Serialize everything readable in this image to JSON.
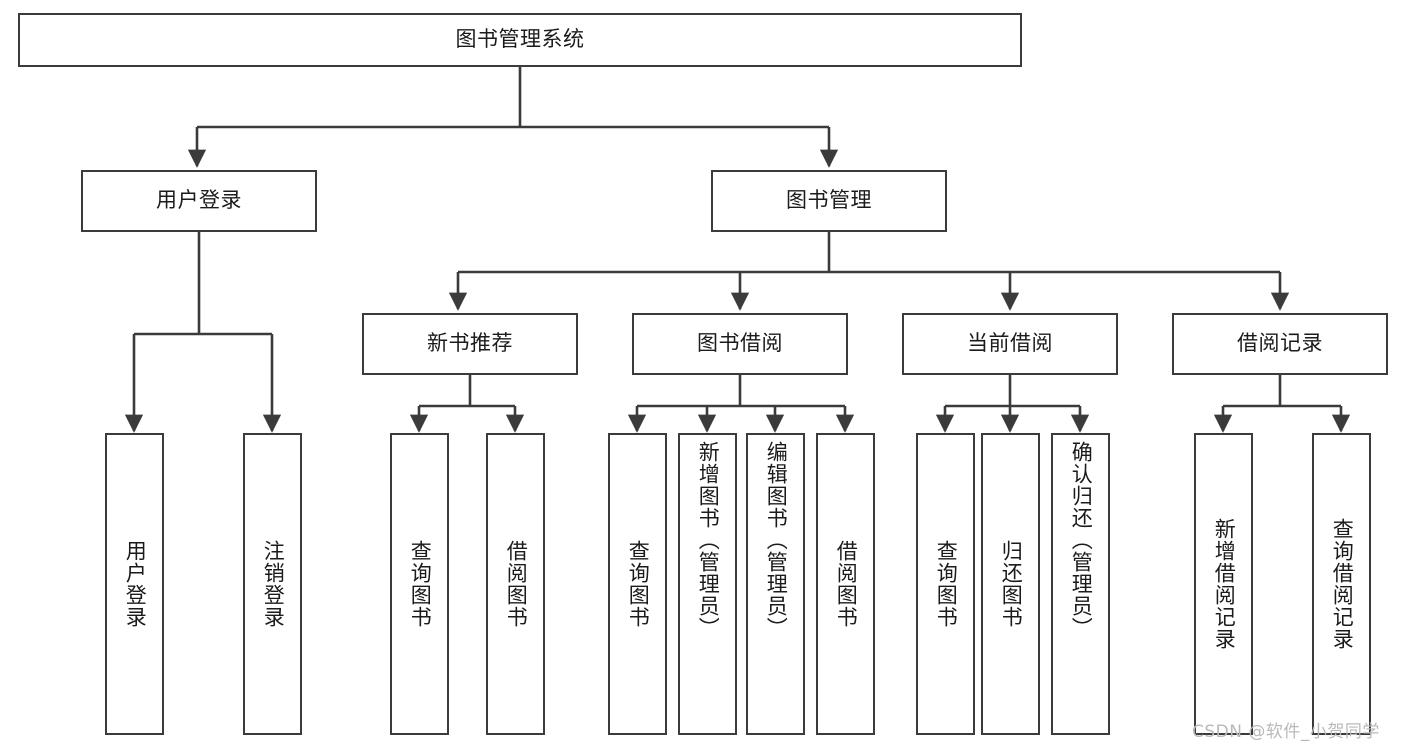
{
  "diagram": {
    "type": "hierarchy-tree",
    "title": "图书管理系统",
    "style": {
      "box_fill": "#ffffff",
      "box_stroke": "#3b3b3b",
      "line_color": "#3b3b3b",
      "text_color": "#1b1b1b",
      "background": "#ffffff"
    },
    "levels": {
      "level1": [
        {
          "id": "root",
          "label": "图书管理系统"
        }
      ],
      "level2": [
        {
          "id": "login",
          "label": "用户登录",
          "parent": "root"
        },
        {
          "id": "bookmgmt",
          "label": "图书管理",
          "parent": "root"
        }
      ],
      "level3": [
        {
          "id": "newbook",
          "label": "新书推荐",
          "parent": "bookmgmt"
        },
        {
          "id": "borrow",
          "label": "图书借阅",
          "parent": "bookmgmt"
        },
        {
          "id": "current",
          "label": "当前借阅",
          "parent": "bookmgmt"
        },
        {
          "id": "records",
          "label": "借阅记录",
          "parent": "bookmgmt"
        }
      ],
      "leaves": [
        {
          "id": "leaf-user-login",
          "label": "用户登录",
          "parent": "login"
        },
        {
          "id": "leaf-user-logout",
          "label": "注销登录",
          "parent": "login"
        },
        {
          "id": "leaf-query-book-1",
          "label": "查询图书",
          "parent": "newbook"
        },
        {
          "id": "leaf-borrow-book-1",
          "label": "借阅图书",
          "parent": "newbook"
        },
        {
          "id": "leaf-query-book-2",
          "label": "查询图书",
          "parent": "borrow"
        },
        {
          "id": "leaf-add-book",
          "label": "新增图书（管理员）",
          "parent": "borrow"
        },
        {
          "id": "leaf-edit-book",
          "label": "编辑图书（管理员）",
          "parent": "borrow"
        },
        {
          "id": "leaf-borrow-book-2",
          "label": "借阅图书",
          "parent": "borrow"
        },
        {
          "id": "leaf-query-book-3",
          "label": "查询图书",
          "parent": "current"
        },
        {
          "id": "leaf-return-book",
          "label": "归还图书",
          "parent": "current"
        },
        {
          "id": "leaf-confirm-return",
          "label": "确认归还（管理员）",
          "parent": "current"
        },
        {
          "id": "leaf-add-record",
          "label": "新增借阅记录",
          "parent": "records"
        },
        {
          "id": "leaf-query-record",
          "label": "查询借阅记录",
          "parent": "records"
        }
      ]
    }
  },
  "watermark": {
    "text": "CSDN @软件_小贺同学"
  }
}
